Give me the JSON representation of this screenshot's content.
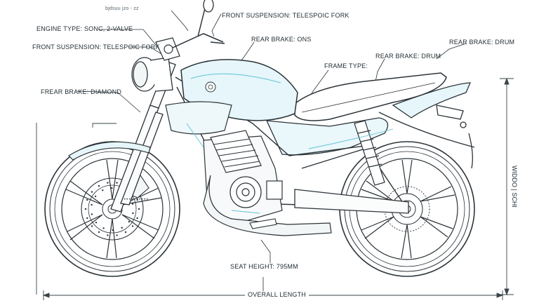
{
  "labels": {
    "header_scribble": "bjdsuu  jzo  -  zz",
    "engine_type": "ENGINE TYPE: SONC, 2-VALVE",
    "front_suspension_left": "FRONT SUSPENSION: TELESPOIC FORK",
    "front_suspension_top": "FRONT SUSPENSION: TELESPOIC FORK",
    "rear_brake_ons": "REAR BRAKE: ONS",
    "frame_type": "FRAME TYPE:",
    "rear_brake_drum_1": "REAR BRAKE: DRUM",
    "rear_brake_drum_2": "REAR BRAKE: DRUM",
    "frear_brake_diamond": "FREAR BRAKE: DIAMOND",
    "seat_height": "SEAT HEIGHT: 795MM",
    "overall_length": "OVERALL LENGTH",
    "vertical_dimension": "WIDDO | SCHI"
  },
  "colors": {
    "line": "#2b3338",
    "accent": "#5ec3d6",
    "accent_fill": "#e6f6fa",
    "dim": "#3a4449"
  }
}
